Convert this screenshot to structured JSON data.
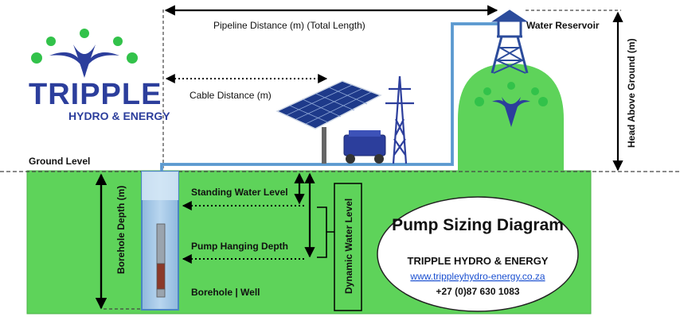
{
  "logo": {
    "brand_main": "TRIPPLE",
    "brand_sub": "HYDRO & ENERGY"
  },
  "labels": {
    "pipeline_distance": "Pipeline Distance (m) (Total Length)",
    "water_reservoir": "Water Reservoir",
    "cable_distance": "Cable Distance (m)",
    "head_above_ground": "Head Above Ground (m)",
    "ground_level": "Ground Level",
    "borehole_depth": "Borehole Depth (m)",
    "standing_water_level": "Standing Water Level",
    "pump_hanging_depth": "Pump Hanging Depth",
    "dynamic_water_level": "Dynamic Water Level",
    "borehole_well": "Borehole | Well"
  },
  "info": {
    "title": "Pump Sizing Diagram",
    "company": "TRIPPLE HYDRO & ENERGY",
    "website": "www.trippleyhydro-energy.co.za",
    "phone": "+27 (0)87 630 1083"
  },
  "colors": {
    "ground": "#5ed35a",
    "pipe": "#6aa6d8",
    "brand_blue": "#2c3e9c",
    "brand_green": "#32c24a"
  }
}
